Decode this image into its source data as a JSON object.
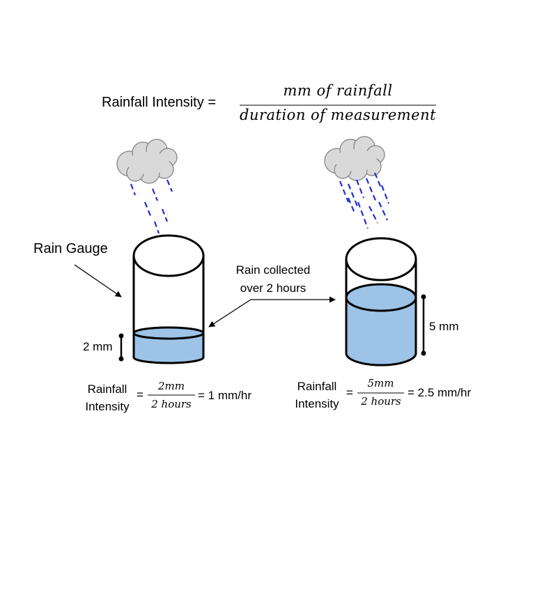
{
  "formula": {
    "label": "Rainfall Intensity",
    "equals": "=",
    "numerator": "mm of rainfall",
    "denominator": "duration of measurement"
  },
  "labels": {
    "rain_gauge": "Rain Gauge",
    "rain_collected_line1": "Rain collected",
    "rain_collected_line2": "over 2 hours"
  },
  "left_gauge": {
    "depth_label": "2 mm",
    "calc_label_line1": "Rainfall",
    "calc_label_line2": "Intensity",
    "equals": "=",
    "numerator": "2mm",
    "denominator": "2 hours",
    "result": "= 1 mm/hr",
    "depth_mm": 2
  },
  "right_gauge": {
    "depth_label": "5 mm",
    "calc_label_line1": "Rainfall",
    "calc_label_line2": "Intensity",
    "equals": "=",
    "numerator": "5mm",
    "denominator": "2 hours",
    "result": "= 2.5 mm/hr",
    "depth_mm": 5
  },
  "colors": {
    "water": "#9dc3e6",
    "rain": "#1f2fcf",
    "cloud": "#d9d9d9",
    "outline": "#000000"
  }
}
